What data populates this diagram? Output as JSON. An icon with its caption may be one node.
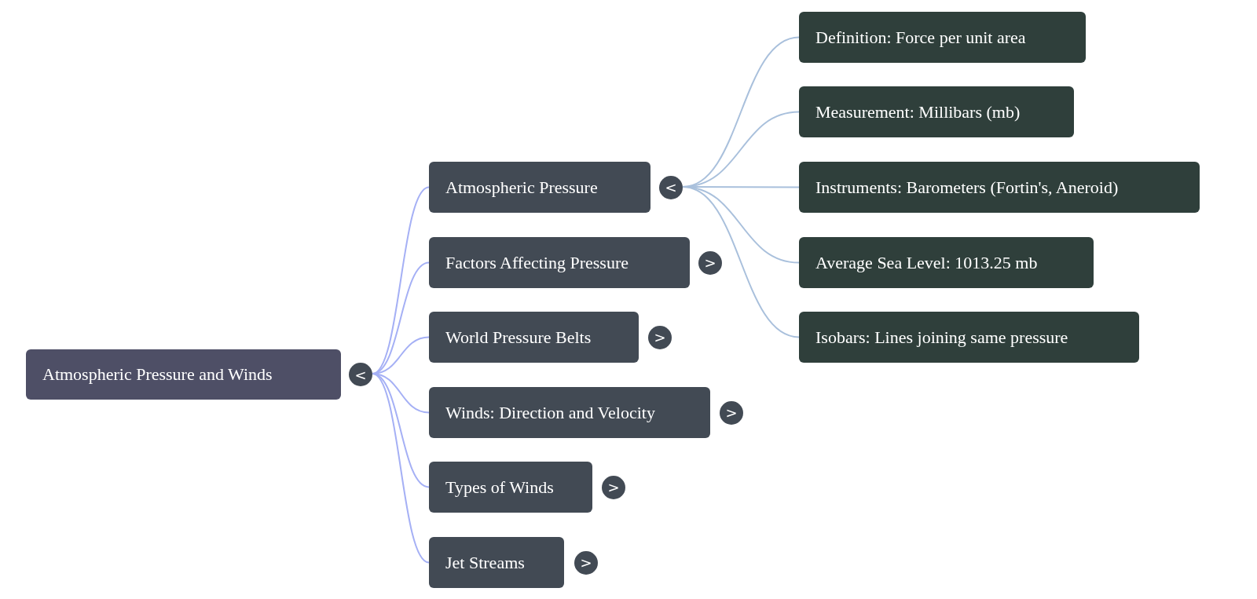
{
  "diagram": {
    "nodes": [
      {
        "text": [
          "Atmospheric Pressure and Winds"
        ],
        "beside": [
          "<"
        ]
      },
      {
        "text": [
          "Atmospheric Pressure"
        ],
        "beside": [
          "<"
        ]
      },
      {
        "text": [
          "Factors Affecting Pressure"
        ],
        "beside": [
          ">"
        ]
      },
      {
        "text": [
          "World Pressure Belts"
        ],
        "beside": [
          ">"
        ]
      },
      {
        "text": [
          "Winds: Direction and Velocity"
        ],
        "beside": [
          ">"
        ]
      },
      {
        "text": [
          "Types of Winds"
        ],
        "beside": [
          ">"
        ]
      },
      {
        "text": [
          "Jet Streams"
        ],
        "beside": [
          ">"
        ]
      },
      {
        "text": [
          "Definition: Force per unit area"
        ]
      },
      {
        "text": [
          "Measurement: Millibars (mb)"
        ]
      },
      {
        "text": [
          "Instruments: Barometers (Fortin's, Aneroid)"
        ]
      },
      {
        "text": [
          "Average Sea Level: 1013.25 mb"
        ]
      },
      {
        "text": [
          "Isobars: Lines joining same pressure"
        ]
      }
    ],
    "edges": [
      {
        "from": 0,
        "to": 1,
        "arrow": "none"
      },
      {
        "from": 0,
        "to": 2,
        "arrow": "none"
      },
      {
        "from": 0,
        "to": 3,
        "arrow": "none"
      },
      {
        "from": 0,
        "to": 4,
        "arrow": "none"
      },
      {
        "from": 0,
        "to": 5,
        "arrow": "none"
      },
      {
        "from": 0,
        "to": 6,
        "arrow": "none"
      },
      {
        "from": 1,
        "to": 7,
        "arrow": "none",
        "color": "#a9c0dc"
      },
      {
        "from": 1,
        "to": 8,
        "arrow": "none",
        "color": "#a9c0dc"
      },
      {
        "from": 1,
        "to": 9,
        "arrow": "none",
        "color": "#a9c0dc"
      },
      {
        "from": 1,
        "to": 10,
        "arrow": "none",
        "color": "#a9c0dc"
      },
      {
        "from": 1,
        "to": 11,
        "arrow": "none",
        "color": "#a9c0dc"
      }
    ]
  }
}
